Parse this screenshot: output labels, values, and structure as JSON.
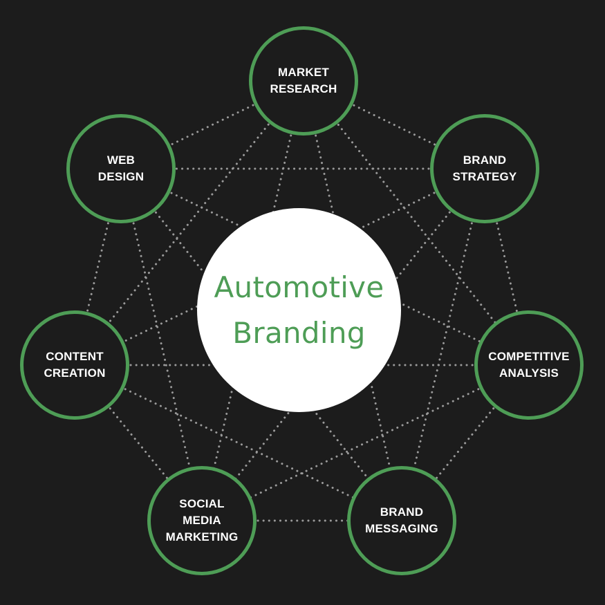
{
  "center": {
    "label": "Automotive\nBranding"
  },
  "nodes": [
    {
      "id": "market",
      "label": "MARKET\nRESEARCH"
    },
    {
      "id": "brand-strategy",
      "label": "BRAND\nSTRATEGY"
    },
    {
      "id": "web",
      "label": "WEB\nDESIGN"
    },
    {
      "id": "content",
      "label": "CONTENT\nCREATION"
    },
    {
      "id": "competitive",
      "label": "COMPETITIVE\nANALYSIS"
    },
    {
      "id": "social",
      "label": "SOCIAL\nMEDIA\nMARKETING"
    },
    {
      "id": "messaging",
      "label": "BRAND\nMESSAGING"
    }
  ],
  "colors": {
    "background": "#1c1c1c",
    "accent": "#4e9d56",
    "node_text": "#ffffff",
    "center_fill": "#ffffff",
    "connector": "#9a9a9a"
  }
}
